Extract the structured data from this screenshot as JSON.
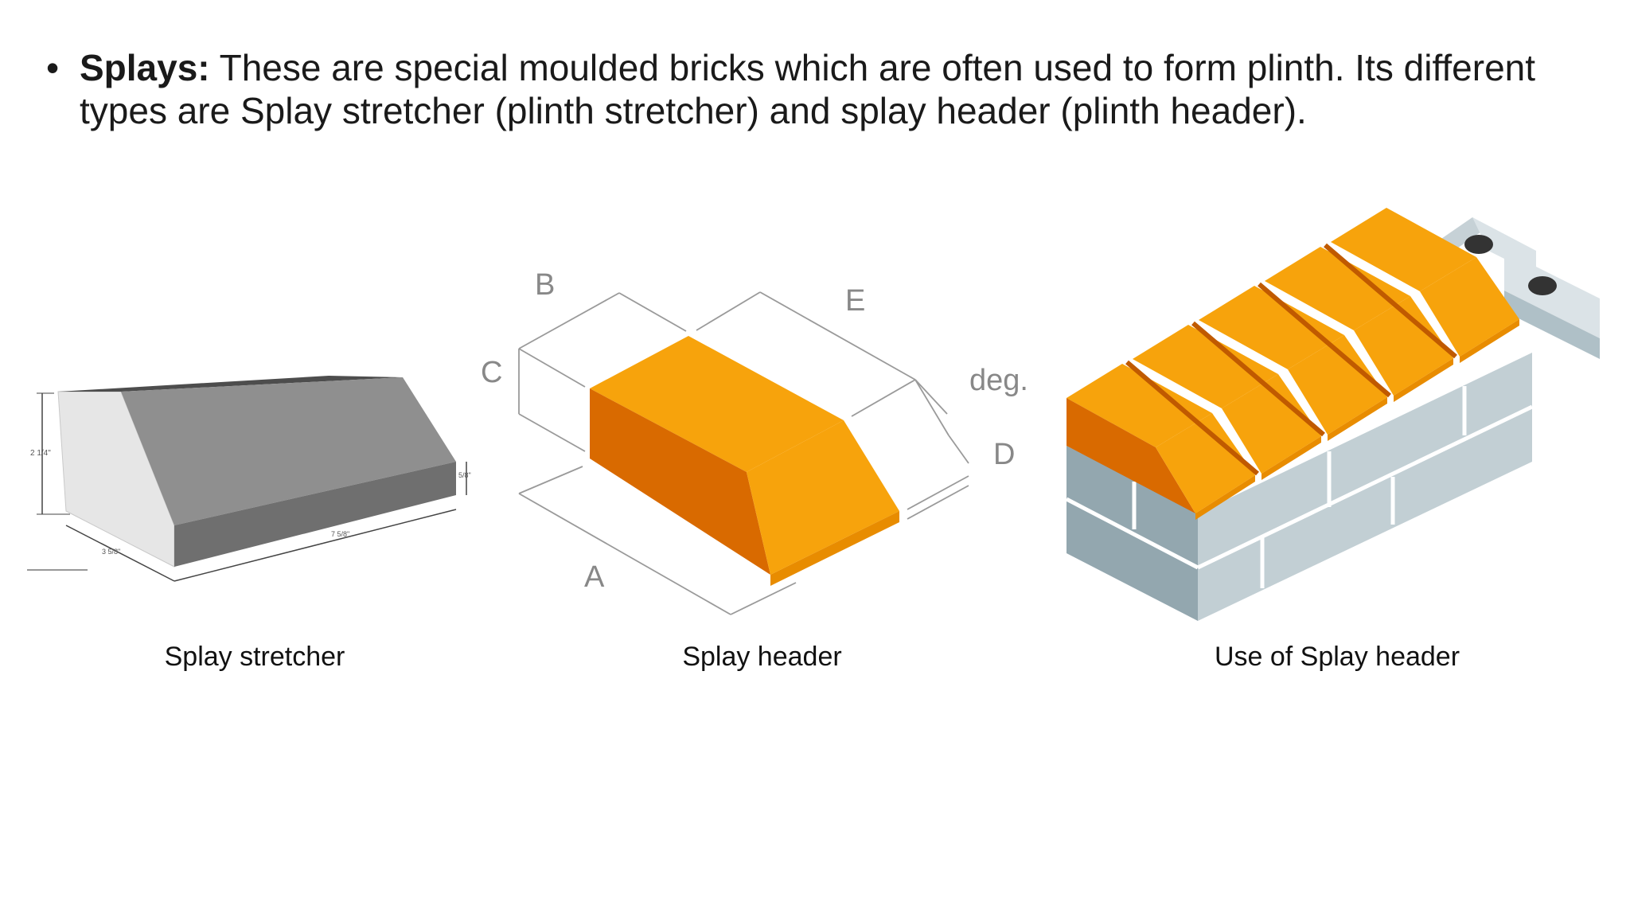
{
  "bullet": {
    "symbol": "•",
    "term": "Splays:",
    "text": " These are special moulded bricks which are often used to form plinth. Its different types are Splay stretcher (plinth stretcher) and splay header (plinth header)."
  },
  "figures": [
    {
      "caption": "Splay stretcher",
      "dimensions": {
        "height": "2 1/4\"",
        "splay": "5/8\"",
        "width": "3 5/8\"",
        "length": "7 5/8\""
      }
    },
    {
      "caption": "Splay header",
      "labels": {
        "a": "A",
        "b": "B",
        "c": "C",
        "d": "D",
        "e": "E",
        "angle": "deg."
      }
    },
    {
      "caption": "Use of Splay header"
    }
  ],
  "colors": {
    "brick_orange": "#F7A30C",
    "brick_orange_dark": "#D96A00",
    "stretcher_grey": "#8F8F8F",
    "stretcher_light": "#E6E6E6",
    "block_grey": "#AFC0C7"
  }
}
